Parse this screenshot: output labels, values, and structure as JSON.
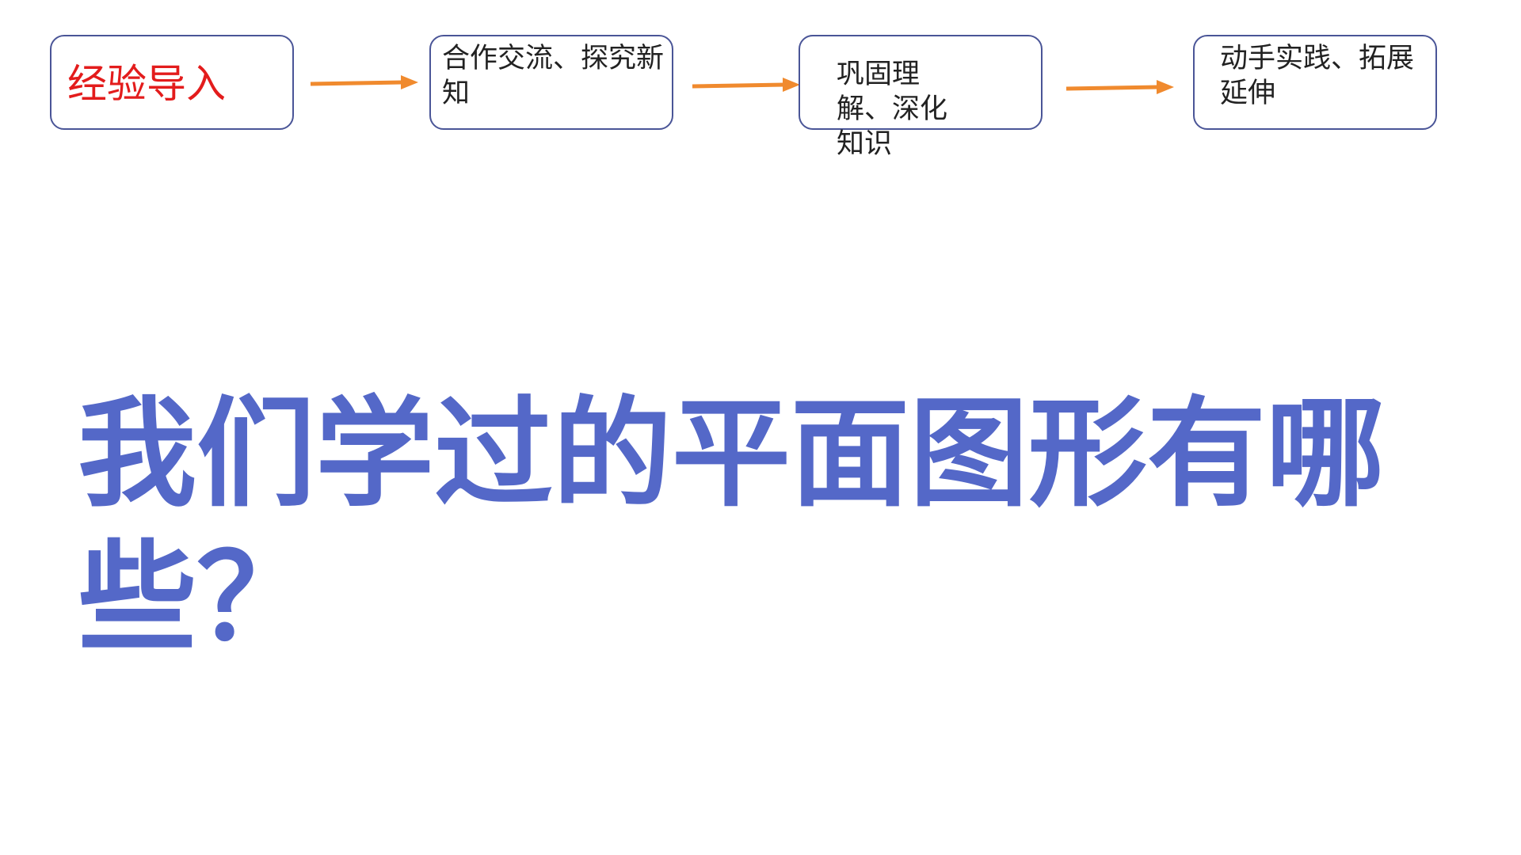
{
  "flow": {
    "steps": [
      {
        "label": "经验导入",
        "color": "#e31c1c"
      },
      {
        "label": "合作交流、探究新知",
        "color": "#222222"
      },
      {
        "label": "巩固理解、深化知识",
        "color": "#222222"
      },
      {
        "label": "动手实践、拓展延伸",
        "color": "#222222"
      }
    ],
    "box_border_color": "#4a5597",
    "arrow_color": "#f08a2e"
  },
  "main": {
    "question": "我们学过的平面图形有哪些？",
    "color": "#5468c8"
  }
}
